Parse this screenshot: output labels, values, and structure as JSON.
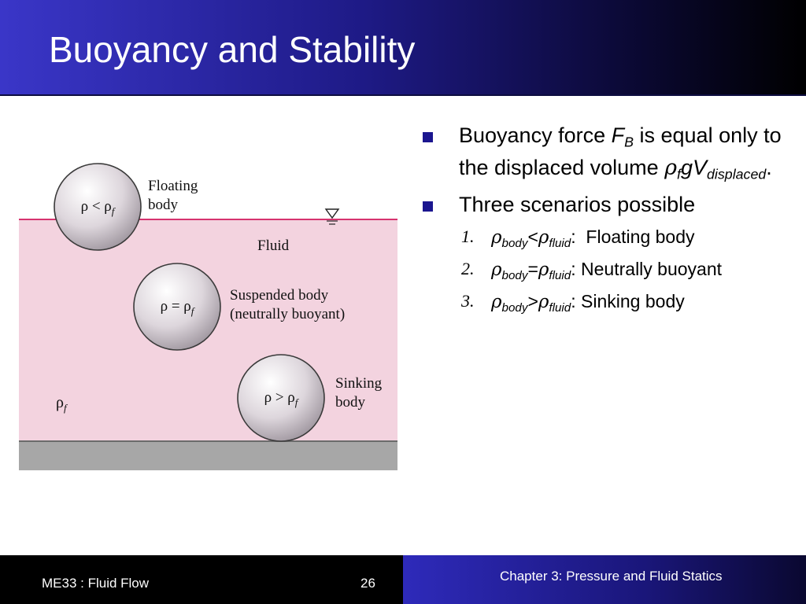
{
  "slide": {
    "title": "Buoyancy and Stability"
  },
  "figure": {
    "floating": {
      "equation_lhs": "ρ < ρ",
      "equation_sub": "f",
      "label_line1": "Floating",
      "label_line2": "body"
    },
    "fluid_label": "Fluid",
    "suspended": {
      "equation_lhs": "ρ = ρ",
      "equation_sub": "f",
      "label_line1": "Suspended body",
      "label_line2": "(neutrally buoyant)"
    },
    "sinking": {
      "equation_lhs": "ρ > ρ",
      "equation_sub": "f",
      "label_line1": "Sinking",
      "label_line2": "body"
    },
    "fluid_density_symbol": "ρ",
    "fluid_density_sub": "f",
    "free_surface_icon": "free-surface-triangle-icon",
    "colors": {
      "fluid": "#f3d3df",
      "surface_line": "#d6336f",
      "ground": "#a7a7a7"
    }
  },
  "bullets": {
    "b1": {
      "text_a": "Buoyancy force ",
      "sym_F": "F",
      "sub_B": "B",
      "text_b": " is equal only to the displaced volume ",
      "sym_rho": "ρ",
      "sub_f": "f",
      "text_gV": "gV",
      "sub_displaced": "displaced",
      "text_end": "."
    },
    "b2": {
      "text": "Three scenarios possible"
    },
    "subitems": [
      {
        "num": "1.",
        "rho1": "ρ",
        "sub1": "body",
        "op": "<",
        "rho2": "ρ",
        "sub2": "fluid",
        "desc": ":  Floating body"
      },
      {
        "num": "2.",
        "rho1": "ρ",
        "sub1": "body",
        "op": "=",
        "rho2": "ρ",
        "sub2": "fluid",
        "desc": ": Neutrally buoyant"
      },
      {
        "num": "3.",
        "rho1": "ρ",
        "sub1": "body",
        "op": ">",
        "rho2": "ρ",
        "sub2": "fluid",
        "desc": ": Sinking body"
      }
    ]
  },
  "footer": {
    "course": "ME33 :  Fluid Flow",
    "page_number": "26",
    "chapter": "Chapter 3:  Pressure and Fluid Statics"
  },
  "colors": {
    "title_bar_start": "#3a36c8",
    "title_bar_end": "#000000",
    "bullet_marker": "#1b168f",
    "footer_left": "#000000",
    "footer_right": "#2e2aba"
  }
}
